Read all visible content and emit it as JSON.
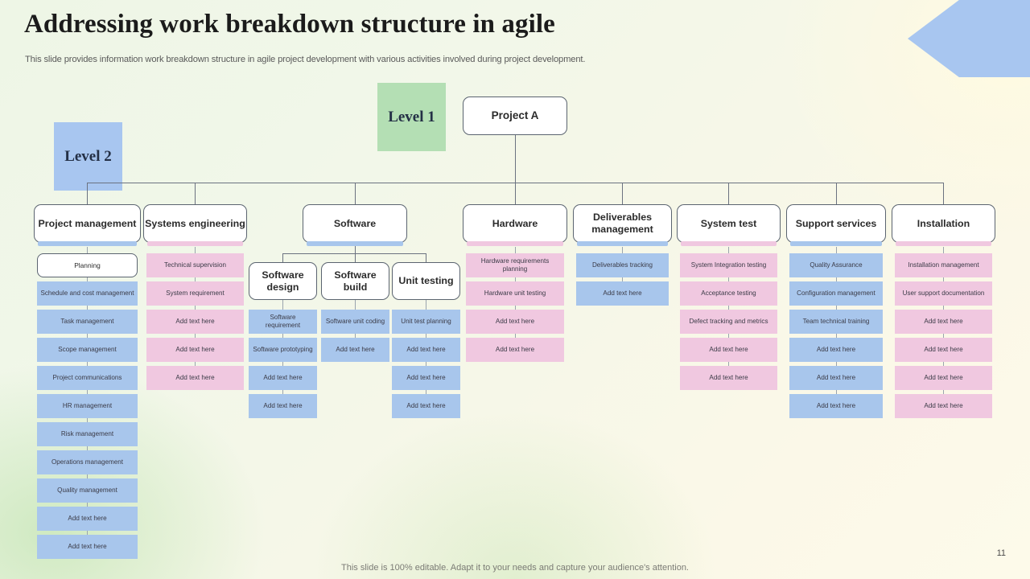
{
  "header": {
    "title": "Addressing work breakdown structure in agile",
    "subtitle": "This slide provides information work breakdown structure in agile project development with various activities involved during project development."
  },
  "legend": {
    "level1": "Level 1",
    "level2": "Level 2"
  },
  "colors": {
    "level1_box": "#b4dfb4",
    "level2_box": "#a8c6f0",
    "blue_chip": "#a8c6ec",
    "pink_chip": "#f0c8e0",
    "chevron": "#a8c6f0",
    "connector": "#6b7280"
  },
  "root": {
    "label": "Project A"
  },
  "branches": [
    {
      "label": "Project management",
      "accent": "blue",
      "children": [
        {
          "label": "Planning",
          "style": "white"
        },
        {
          "label": "Schedule and cost management",
          "style": "blue"
        },
        {
          "label": "Task management",
          "style": "blue"
        },
        {
          "label": "Scope management",
          "style": "blue"
        },
        {
          "label": "Project communications",
          "style": "blue"
        },
        {
          "label": "HR management",
          "style": "blue"
        },
        {
          "label": "Risk management",
          "style": "blue"
        },
        {
          "label": "Operations management",
          "style": "blue"
        },
        {
          "label": "Quality management",
          "style": "blue"
        },
        {
          "label": "Add text here",
          "style": "blue"
        },
        {
          "label": "Add text here",
          "style": "blue"
        }
      ]
    },
    {
      "label": "Systems engineering",
      "accent": "pink",
      "children": [
        {
          "label": "Technical supervision",
          "style": "pink"
        },
        {
          "label": "System requirement",
          "style": "pink"
        },
        {
          "label": "Add text here",
          "style": "pink"
        },
        {
          "label": "Add text here",
          "style": "pink"
        },
        {
          "label": "Add text here",
          "style": "pink"
        }
      ]
    },
    {
      "label": "Software",
      "accent": "blue",
      "subbranches": [
        {
          "label": "Software design",
          "children": [
            {
              "label": "Software requirement",
              "style": "blue"
            },
            {
              "label": "Software prototyping",
              "style": "blue"
            },
            {
              "label": "Add text here",
              "style": "blue"
            },
            {
              "label": "Add text here",
              "style": "blue"
            }
          ]
        },
        {
          "label": "Software build",
          "children": [
            {
              "label": "Software unit coding",
              "style": "blue"
            },
            {
              "label": "Add text here",
              "style": "blue"
            }
          ]
        },
        {
          "label": "Unit testing",
          "children": [
            {
              "label": "Unit test planning",
              "style": "blue"
            },
            {
              "label": "Add text here",
              "style": "blue"
            },
            {
              "label": "Add text here",
              "style": "blue"
            },
            {
              "label": "Add text here",
              "style": "blue"
            }
          ]
        }
      ]
    },
    {
      "label": "Hardware",
      "accent": "pink",
      "children": [
        {
          "label": "Hardware requirements planning",
          "style": "pink"
        },
        {
          "label": "Hardware unit testing",
          "style": "pink"
        },
        {
          "label": "Add text here",
          "style": "pink"
        },
        {
          "label": "Add text here",
          "style": "pink"
        }
      ]
    },
    {
      "label": "Deliverables management",
      "accent": "blue",
      "children": [
        {
          "label": "Deliverables tracking",
          "style": "blue"
        },
        {
          "label": "Add text here",
          "style": "blue"
        }
      ]
    },
    {
      "label": "System test",
      "accent": "pink",
      "children": [
        {
          "label": "System Integration testing",
          "style": "pink"
        },
        {
          "label": "Acceptance testing",
          "style": "pink"
        },
        {
          "label": "Defect tracking and metrics",
          "style": "pink"
        },
        {
          "label": "Add text here",
          "style": "pink"
        },
        {
          "label": "Add text here",
          "style": "pink"
        }
      ]
    },
    {
      "label": "Support services",
      "accent": "blue",
      "children": [
        {
          "label": "Quality Assurance",
          "style": "blue"
        },
        {
          "label": "Configuration management",
          "style": "blue"
        },
        {
          "label": "Team technical training",
          "style": "blue"
        },
        {
          "label": "Add text here",
          "style": "blue"
        },
        {
          "label": "Add text here",
          "style": "blue"
        },
        {
          "label": "Add text here",
          "style": "blue"
        }
      ]
    },
    {
      "label": "Installation",
      "accent": "pink",
      "children": [
        {
          "label": "Installation management",
          "style": "pink"
        },
        {
          "label": "User support documentation",
          "style": "pink"
        },
        {
          "label": "Add text here",
          "style": "pink"
        },
        {
          "label": "Add text here",
          "style": "pink"
        },
        {
          "label": "Add text here",
          "style": "pink"
        },
        {
          "label": "Add text here",
          "style": "pink"
        }
      ]
    }
  ],
  "footer": {
    "note": "This slide is 100% editable. Adapt it to your needs and capture your audience's attention.",
    "page": "11"
  }
}
